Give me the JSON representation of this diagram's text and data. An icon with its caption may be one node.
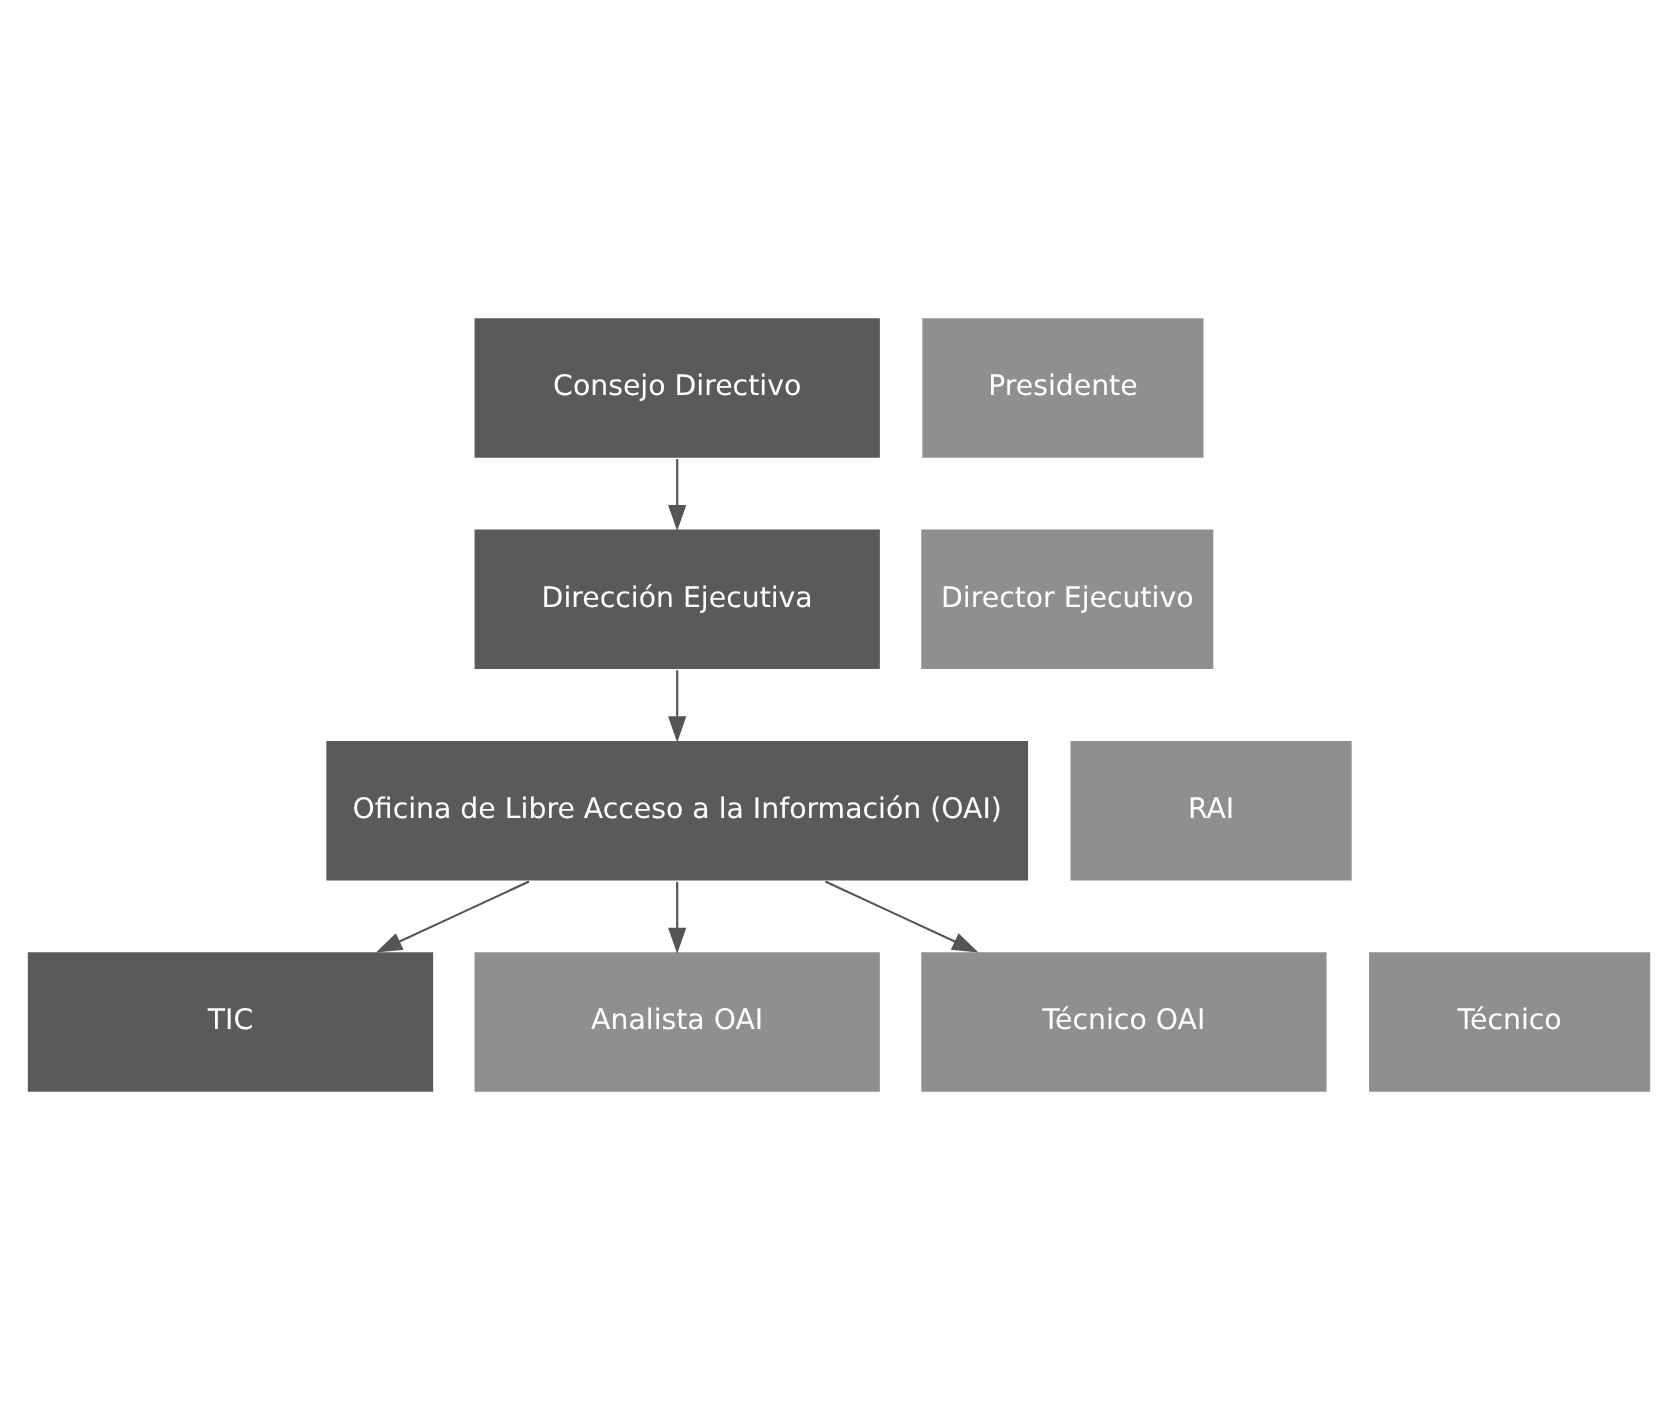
{
  "diagram": {
    "nodes": [
      {
        "text": [
          "Consejo Directivo"
        ]
      },
      {
        "text": [
          "Presidente"
        ]
      },
      {
        "text": [
          "Dirección Ejecutiva"
        ]
      },
      {
        "text": [
          "Director Ejecutivo"
        ]
      },
      {
        "text": [
          "Oficina de Libre Acceso a la Información (OAI)"
        ]
      },
      {
        "text": [
          "RAI"
        ]
      },
      {
        "text": [
          "TIC"
        ]
      },
      {
        "text": [
          "Técnico"
        ]
      },
      {
        "text": [
          "Analista OAI"
        ]
      },
      {
        "text": [
          "Técnico OAI"
        ]
      }
    ],
    "edges": [
      {
        "from": 0,
        "to": 2,
        "arrow": "to"
      },
      {
        "from": 2,
        "to": 4,
        "arrow": "to"
      },
      {
        "from": 4,
        "to": 6,
        "arrow": "to"
      },
      {
        "from": 4,
        "to": 8,
        "arrow": "to"
      },
      {
        "from": 4,
        "to": 9,
        "arrow": "to"
      }
    ]
  }
}
